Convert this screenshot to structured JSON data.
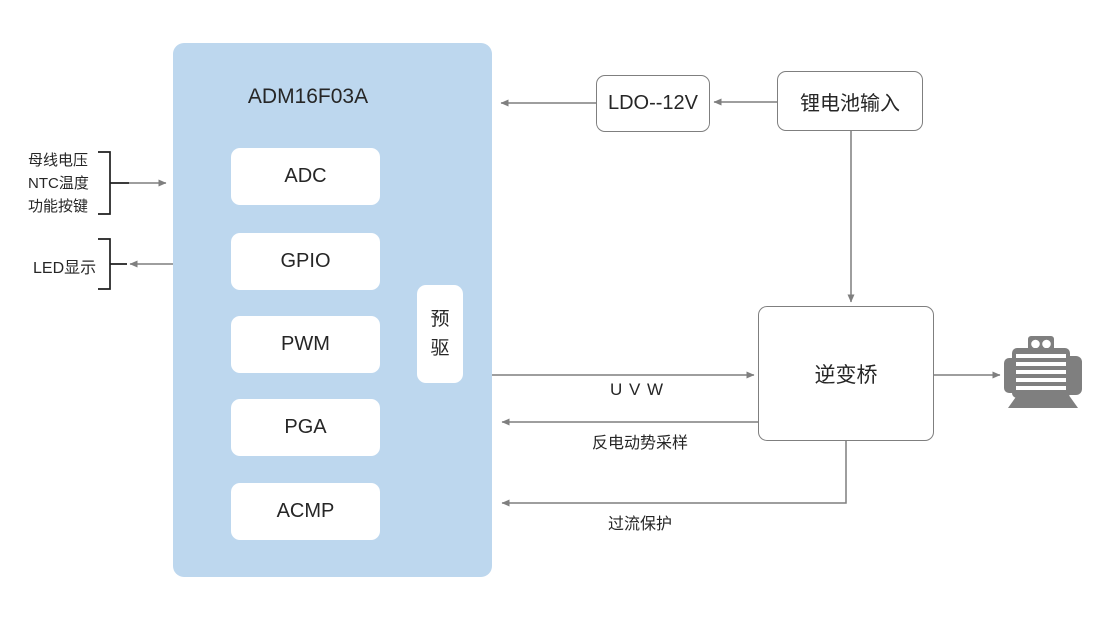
{
  "diagram": {
    "chip": {
      "title": "ADM16F03A",
      "blocks": [
        {
          "label": "ADC"
        },
        {
          "label": "GPIO"
        },
        {
          "label": "PWM"
        },
        {
          "label": "PGA"
        },
        {
          "label": "ACMP"
        }
      ],
      "predriver_label": "预驱"
    },
    "power": {
      "ldo_label": "LDO--12V",
      "battery_label": "锂电池输入"
    },
    "inverter": {
      "label": "逆变桥"
    },
    "left_io": {
      "inputs": [
        "母线电压",
        "NTC温度",
        "功能按键"
      ],
      "led_label": "LED显示"
    },
    "signal_labels": {
      "uvw": "U V W",
      "bemf": "反电动势采样",
      "overcurrent": "过流保护"
    },
    "colors": {
      "chip_bg": "#BDD7EE",
      "line_gray": "#7F7F7F",
      "bracket_dark": "#1F1F1F",
      "text": "#262626",
      "motor_gray": "#7F7F7F"
    }
  }
}
